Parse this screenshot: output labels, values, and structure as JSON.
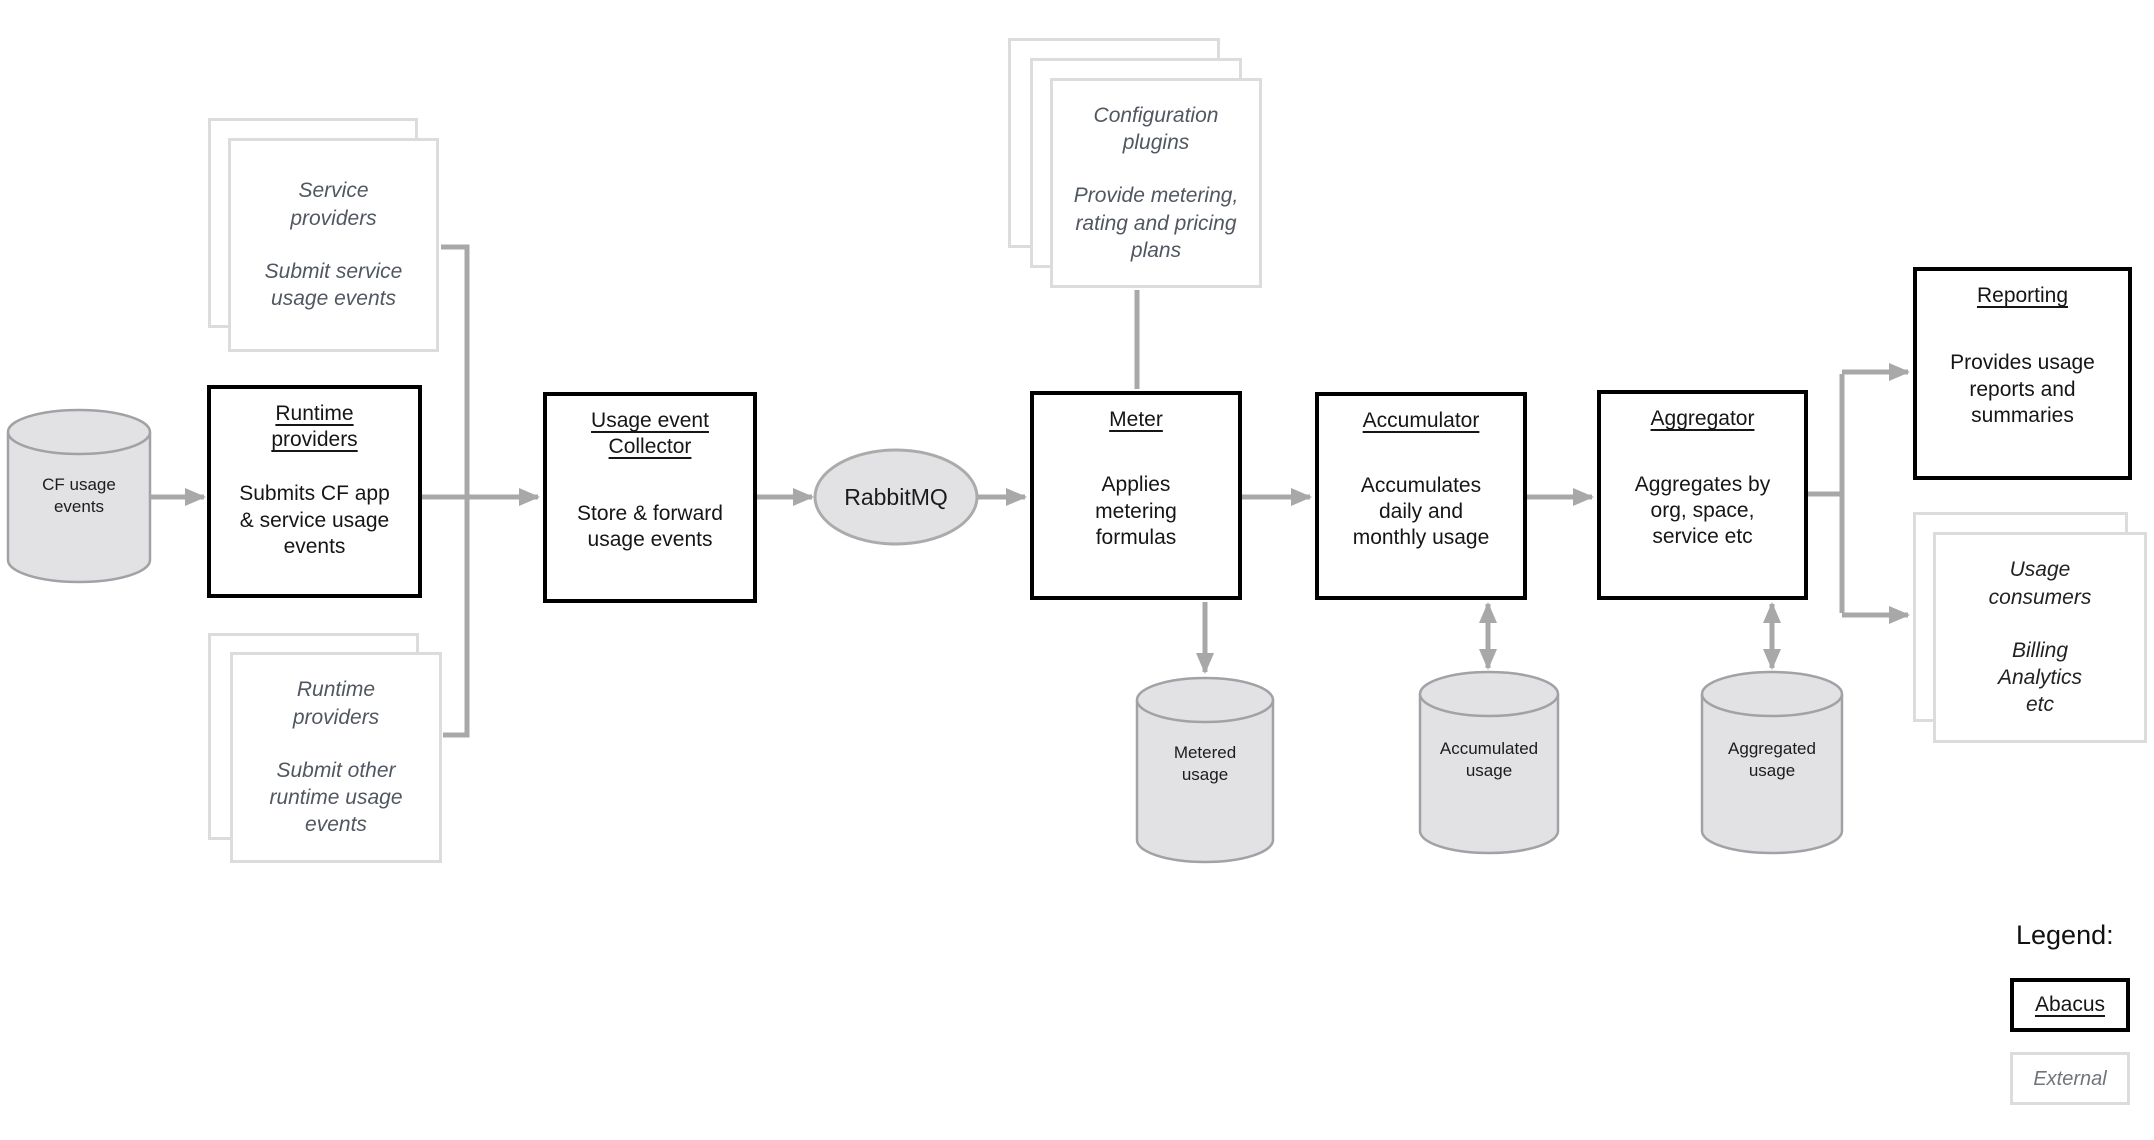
{
  "nodes": {
    "cf_usage_events": {
      "label": "CF usage\nevents"
    },
    "service_providers": {
      "title": "Service\nproviders",
      "body": "Submit service\nusage events"
    },
    "runtime_providers": {
      "title": "Runtime\nproviders",
      "body": "Submits CF app\n& service usage\nevents"
    },
    "runtime_providers_other": {
      "title": "Runtime\nproviders",
      "body": "Submit other\nruntime usage\nevents"
    },
    "usage_event_collector": {
      "title": "Usage event\nCollector",
      "body": "Store & forward\nusage events"
    },
    "rabbitmq": {
      "label": "RabbitMQ"
    },
    "configuration_plugins": {
      "title": "Configuration\nplugins",
      "body": "Provide metering,\nrating and pricing\nplans"
    },
    "meter": {
      "title": "Meter",
      "body": "Applies\nmetering\nformulas"
    },
    "accumulator": {
      "title": "Accumulator",
      "body": "Accumulates\ndaily and\nmonthly usage"
    },
    "aggregator": {
      "title": "Aggregator",
      "body": "Aggregates by\norg, space,\nservice etc"
    },
    "reporting": {
      "title": "Reporting",
      "body": "Provides usage\nreports and\nsummaries"
    },
    "usage_consumers": {
      "title": "Usage\nconsumers",
      "body": "Billing\nAnalytics\netc"
    },
    "metered_usage": {
      "label": "Metered\nusage"
    },
    "accumulated_usage": {
      "label": "Accumulated\nusage"
    },
    "aggregated_usage": {
      "label": "Aggregated\nusage"
    }
  },
  "legend": {
    "heading": "Legend:",
    "abacus_label": "Abacus",
    "external_label": "External"
  },
  "colors": {
    "abacus_border": "#000000",
    "external_border": "#dcdcdc",
    "external_text": "#515761",
    "connector_gray": "#a8a8a8",
    "cylinder_fill": "#e2e2e4",
    "cylinder_border": "#a2a2a6"
  }
}
